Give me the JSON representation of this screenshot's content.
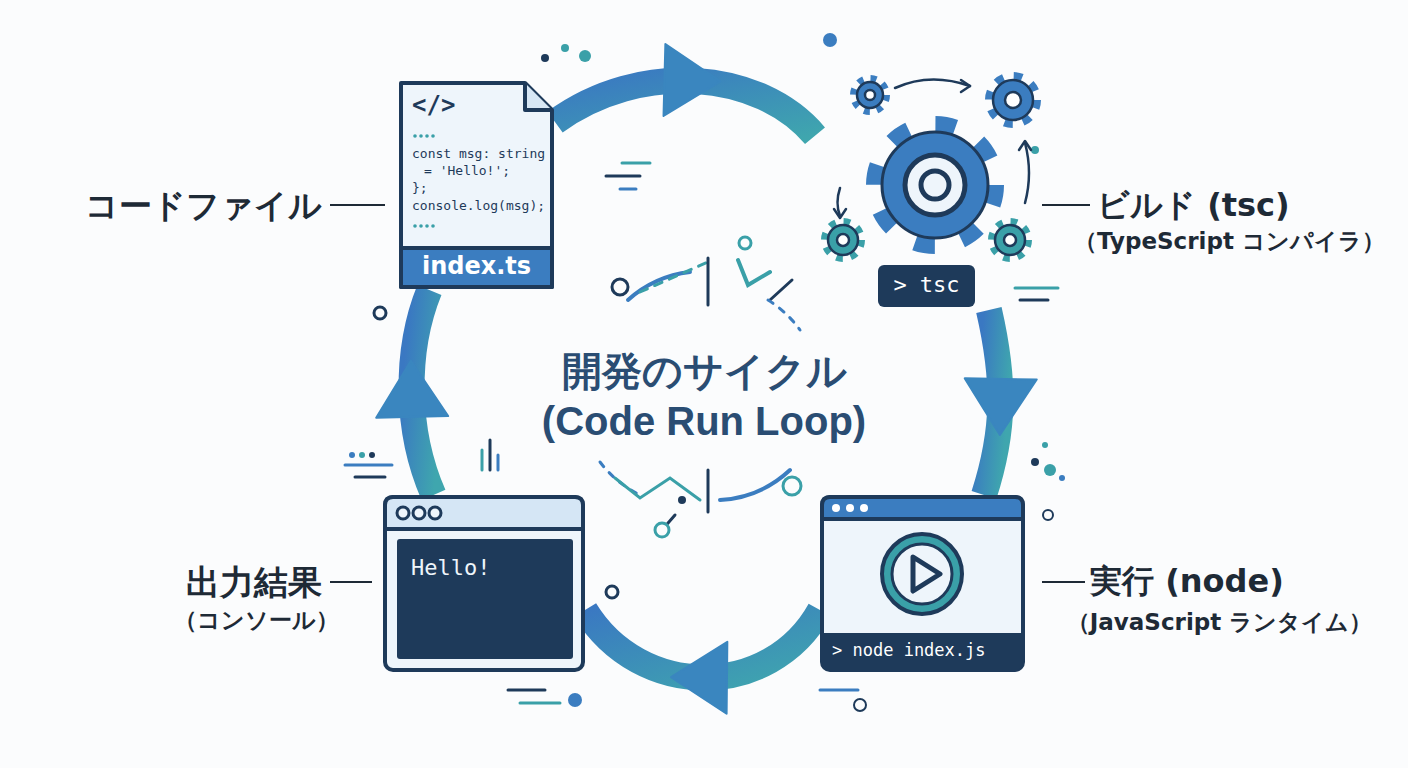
{
  "diagram": {
    "title": "開発のサイクル (Code Run Loop)",
    "nodes": [
      {
        "text": [
          "コードファイル",
          "</>",
          "const msg: string",
          "= 'Hello!';",
          "};",
          "console.log(msg);",
          "index.ts"
        ]
      },
      {
        "text": [
          "ビルド (tsc)",
          "（TypeScript コンパイラ）",
          "> tsc"
        ]
      },
      {
        "text": [
          "実行 (node)",
          "（JavaScript ランタイム）",
          "> node index.js"
        ]
      },
      {
        "text": [
          "出力結果",
          "（コンソール）",
          "Hello!"
        ]
      }
    ],
    "edges": [
      {
        "from": 0,
        "to": 1,
        "arrow": "to"
      },
      {
        "from": 1,
        "to": 2,
        "arrow": "to"
      },
      {
        "from": 2,
        "to": 3,
        "arrow": "to"
      },
      {
        "from": 3,
        "to": 0,
        "arrow": "to"
      }
    ]
  }
}
